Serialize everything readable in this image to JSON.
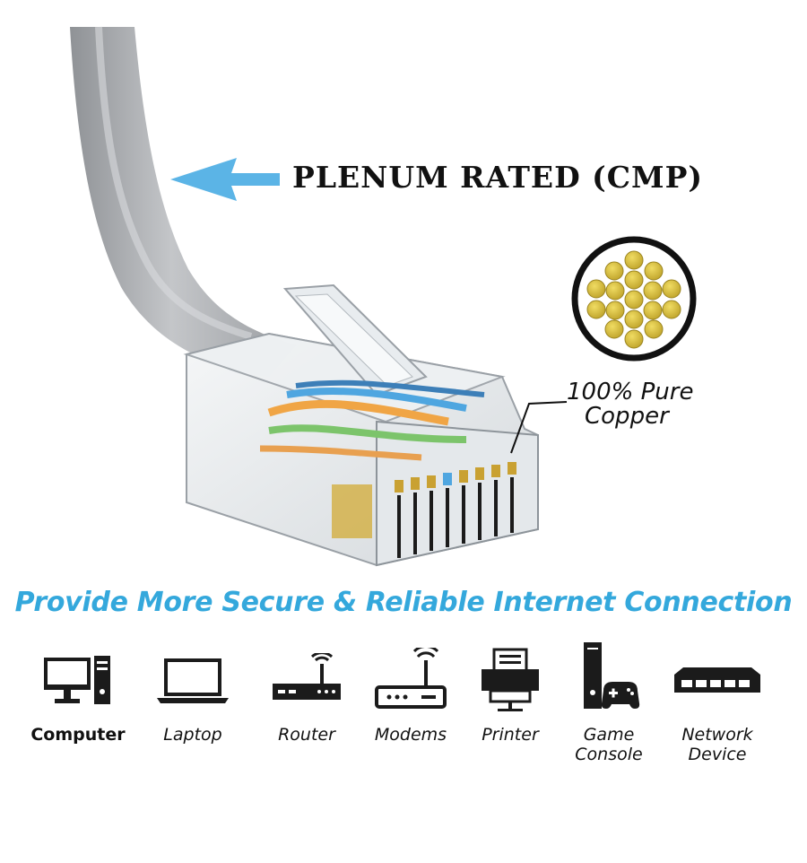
{
  "callouts": {
    "cable_rating": "PLENUM RATED (CMP)",
    "conductor_line1": "100% Pure",
    "conductor_line2": "Copper"
  },
  "headline": "Provide More Secure & Reliable Internet Connection",
  "devices": [
    {
      "icon": "computer-icon",
      "label": "Computer",
      "label2": ""
    },
    {
      "icon": "laptop-icon",
      "label": "Laptop",
      "label2": ""
    },
    {
      "icon": "router-icon",
      "label": "Router",
      "label2": ""
    },
    {
      "icon": "modem-icon",
      "label": "Modems",
      "label2": ""
    },
    {
      "icon": "printer-icon",
      "label": "Printer",
      "label2": ""
    },
    {
      "icon": "game-console-icon",
      "label": "Game",
      "label2": "Console"
    },
    {
      "icon": "network-device-icon",
      "label": "Network",
      "label2": "Device"
    }
  ],
  "colors": {
    "accent_blue": "#34a8dc",
    "arrow_blue": "#5bb4e6",
    "cable_gray": "#a4a7ab",
    "copper_gold": "#d8c03a"
  }
}
